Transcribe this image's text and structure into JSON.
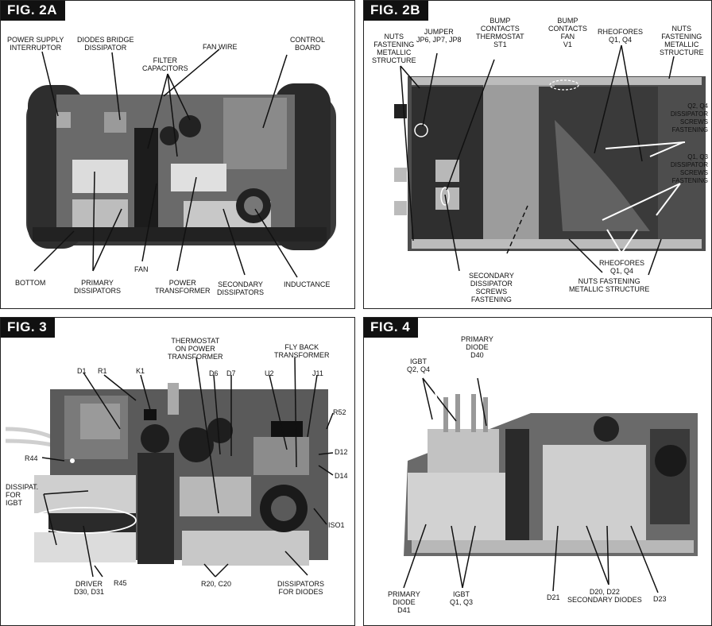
{
  "fig2a": {
    "tag": "FIG. 2A",
    "labels": {
      "power_supply_interruptor": "POWER SUPPLY\nINTERRUPTOR",
      "diodes_bridge_dissipator": "DIODES BRIDGE\nDISSIPATOR",
      "filter_capacitors": "FILTER\nCAPACITORS",
      "fan_wire": "FAN WIRE",
      "control_board": "CONTROL\nBOARD",
      "bottom": "BOTTOM",
      "primary_dissipators": "PRIMARY\nDISSIPATORS",
      "fan": "FAN",
      "power_transformer": "POWER\nTRANSFORMER",
      "secondary_dissipators": "SECONDARY\nDISSIPATORS",
      "inductance": "INDUCTANCE"
    }
  },
  "fig2b": {
    "tag": "FIG. 2B",
    "labels": {
      "nuts_left": "NUTS\nFASTENING\nMETALLIC\nSTRUCTURE",
      "jumper": "JUMPER\nJP6, JP7, JP8",
      "bump_thermostat": "BUMP\nCONTACTS\nTHERMOSTAT\nST1",
      "bump_fan": "BUMP\nCONTACTS\nFAN\nV1",
      "rheofores_top": "RHEOFORES\nQ1, Q4",
      "nuts_right": "NUTS\nFASTENING\nMETALLIC\nSTRUCTURE",
      "q2q4_screws": "Q2, Q4\nDISSIPATOR\nSCREWS\nFASTENING",
      "q1q3_screws": "Q1, Q3\nDISSIPATOR\nSCREWS\nFASTENING",
      "secondary_screws": "SECONDARY\nDISSIPATOR\nSCREWS\nFASTENING",
      "rheofores_bottom": "RHEOFORES\nQ1, Q4",
      "nuts_bottom": "NUTS FASTENING\nMETALLIC STRUCTURE"
    }
  },
  "fig3": {
    "tag": "FIG. 3",
    "labels": {
      "thermostat": "THERMOSTAT\nON POWER\nTRANSFORMER",
      "flyback": "FLY BACK\nTRANSFORMER",
      "d1": "D1",
      "r1": "R1",
      "k1": "K1",
      "d6": "D6",
      "d7": "D7",
      "u2": "U2",
      "j11": "J11",
      "r52": "R52",
      "r44": "R44",
      "d12": "D12",
      "d14": "D14",
      "dissipat_igbt": "DISSIPAT.\nFOR\nIGBT",
      "iso1": "ISO1",
      "driver": "DRIVER\nD30, D31",
      "r45": "R45",
      "r20c20": "R20, C20",
      "dissipators_diodes": "DISSIPATORS\nFOR DIODES"
    }
  },
  "fig4": {
    "tag": "FIG. 4",
    "labels": {
      "igbt_q2q4": "IGBT\nQ2, Q4",
      "primary_d40": "PRIMARY\nDIODE\nD40",
      "primary_d41": "PRIMARY\nDIODE\nD41",
      "igbt_q1q3": "IGBT\nQ1, Q3",
      "d21": "D21",
      "d20d22": "D20, D22\nSECONDARY DIODES",
      "d23": "D23"
    }
  }
}
